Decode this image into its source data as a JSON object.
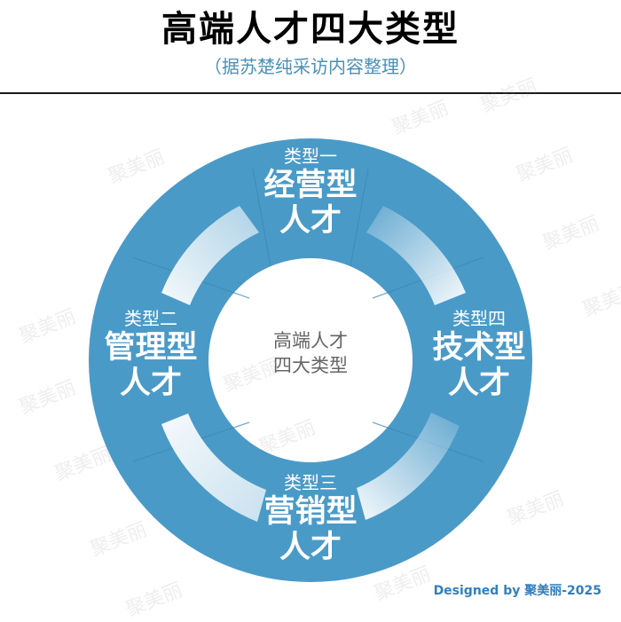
{
  "header": {
    "title": "高端人才四大类型",
    "subtitle": "（据苏楚纯采访内容整理）"
  },
  "center_label": {
    "line1": "高端人才",
    "line2": "四大类型"
  },
  "segments": [
    {
      "id": "top",
      "type_label": "类型一",
      "name": "经营型",
      "suffix": "人才"
    },
    {
      "id": "left",
      "type_label": "类型二",
      "name": "管理型",
      "suffix": "人才"
    },
    {
      "id": "bottom",
      "type_label": "类型三",
      "name": "营销型",
      "suffix": "人才"
    },
    {
      "id": "right",
      "type_label": "类型四",
      "name": "技术型",
      "suffix": "人才"
    }
  ],
  "footer": {
    "credit": "Designed by 聚美丽-2025"
  },
  "watermark": "聚美丽",
  "colors": {
    "ring": "#4a9ac8",
    "ring_dark": "#3a88b5",
    "title": "#000000",
    "subtitle": "#4a90b8",
    "credit": "#2f7fc1"
  }
}
